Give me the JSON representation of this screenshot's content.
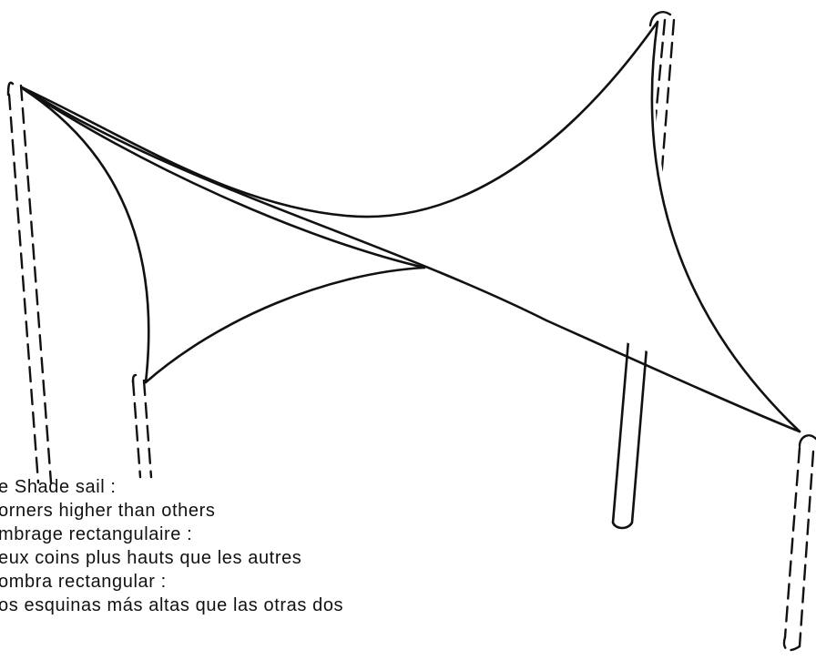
{
  "diagram": {
    "stroke_color": "#111111",
    "background": "#ffffff",
    "elements": [
      "shade-sail",
      "post-left-back",
      "post-left-front",
      "post-right-back",
      "post-right-front",
      "post-center"
    ]
  },
  "caption": {
    "lines": [
      "e Shade sail :",
      "orners higher than others",
      "mbrage rectangulaire :",
      "eux coins plus hauts que les autres",
      "ombra rectangular :",
      "os esquinas más  altas que las otras dos"
    ]
  }
}
